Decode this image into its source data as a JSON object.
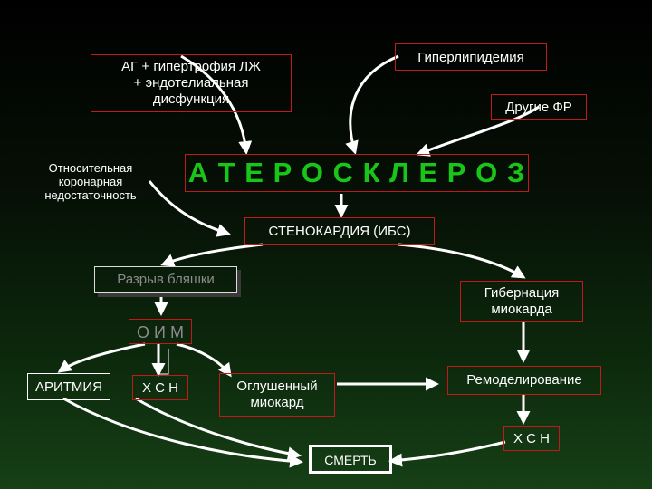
{
  "nodes": {
    "ag": "АГ + гипертрофия ЛЖ\n+ эндотелиальная\nдисфункция",
    "hyperlip": "Гиперлипидемия",
    "other_rf": "Другие ФР",
    "relative": "Относительная\nкоронарная\nнедостаточность",
    "atherosclerosis": "А Т Е Р О С К Л Е Р О З",
    "stenocardia": "СТЕНОКАРДИЯ (ИБС)",
    "rupture": "Разрыв бляшки",
    "hibernation": "Гибернация\nмиокарда",
    "oim": "О И М",
    "arrhythmia": "АРИТМИЯ",
    "hsn_left": "Х С Н",
    "stunned": "Оглушенный\nмиокард",
    "remodeling": "Ремоделирование",
    "hsn_right": "Х С Н",
    "death": "СМЕРТЬ"
  },
  "colors": {
    "accent_red": "#c21a1a",
    "title_green": "#19c519",
    "arrow": "#ffffff",
    "muted_gray": "#8c8c8c"
  }
}
